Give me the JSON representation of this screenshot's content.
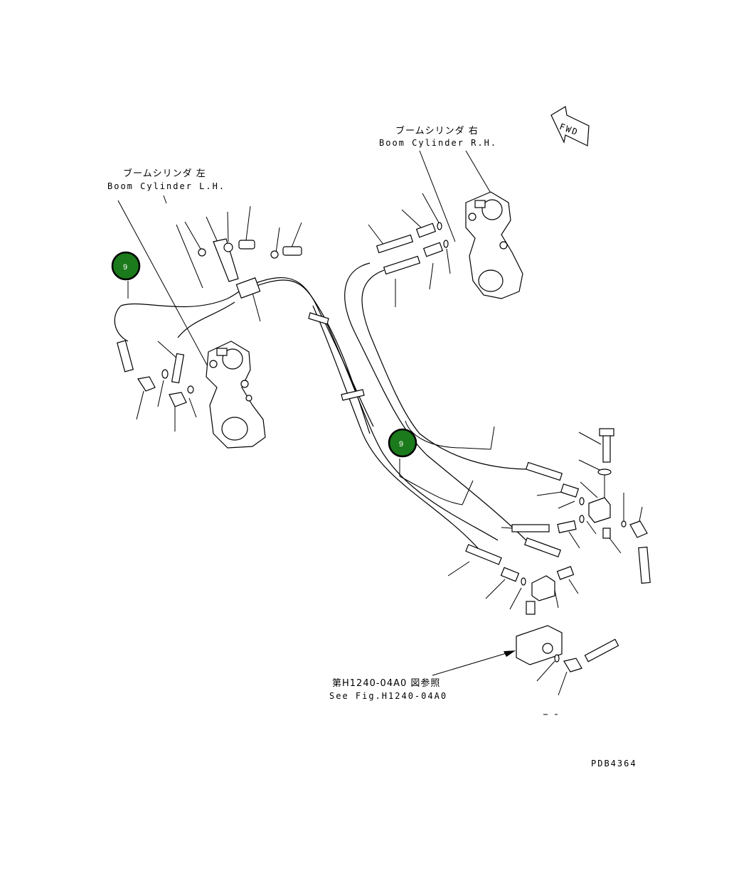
{
  "labels": {
    "boom_rh_jp": "ブームシリンダ 右",
    "boom_rh_en": "Boom Cylinder R.H.",
    "boom_lh_jp": "ブームシリンダ 左",
    "boom_lh_en": "Boom Cylinder L.H.",
    "see_fig_jp": "第H1240-04A0 図参照",
    "see_fig_en": "See Fig.H1240-04A0",
    "fwd": "FWD",
    "drawing_no": "PDB4364"
  },
  "callouts": [
    {
      "id": "callout-left",
      "text": "9"
    },
    {
      "id": "callout-center",
      "text": "9"
    }
  ],
  "colors": {
    "callout_fill": "#1b7a1b",
    "callout_ring": "#000000",
    "line": "#000000"
  }
}
